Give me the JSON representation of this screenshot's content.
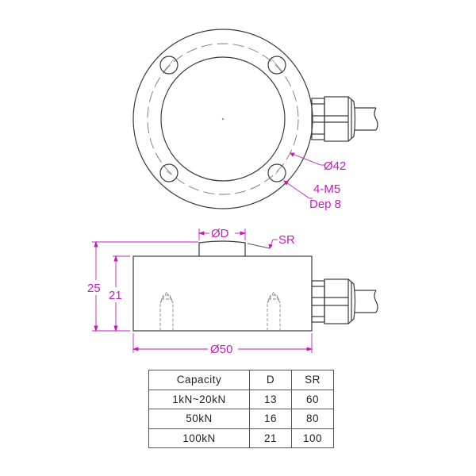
{
  "drawing": {
    "top_view": {
      "labels": {
        "pitch_diameter": "Ø42",
        "thread_spec": "4-M5",
        "thread_depth": "Dep 8"
      }
    },
    "side_view": {
      "labels": {
        "button_diameter": "ØD",
        "spherical_radius": "SR",
        "total_height": "25",
        "body_height": "21",
        "body_diameter": "Ø50"
      }
    },
    "colors": {
      "outline": "#3a3a3a",
      "dimension": "#c21fb6",
      "hidden_line": "#888888"
    }
  },
  "spec_table": {
    "headers": [
      "Capacity",
      "D",
      "SR"
    ],
    "rows": [
      [
        "1kN~20kN",
        "13",
        "60"
      ],
      [
        "50kN",
        "16",
        "80"
      ],
      [
        "100kN",
        "21",
        "100"
      ]
    ]
  }
}
